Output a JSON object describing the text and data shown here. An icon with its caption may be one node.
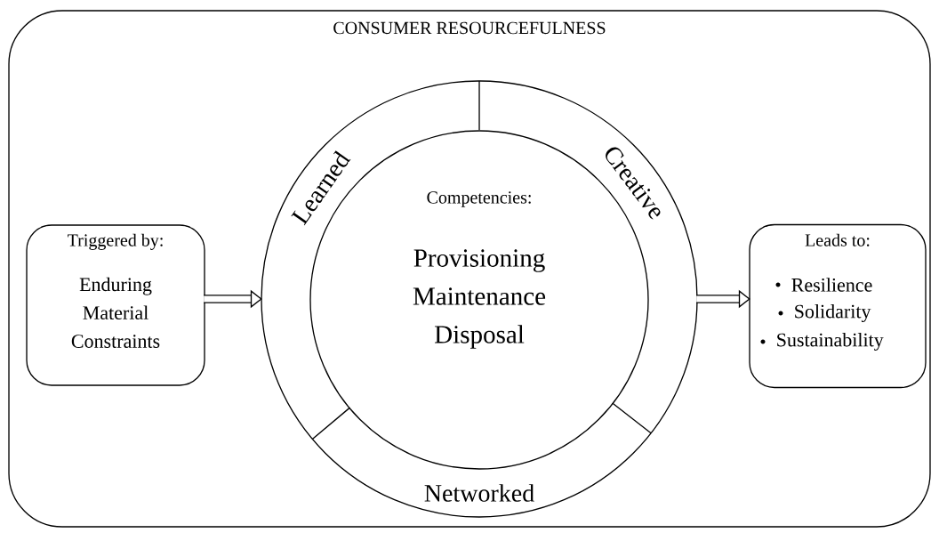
{
  "diagram": {
    "nodes": [
      {
        "text": [
          "CONSUMER RESOURCEFULNESS"
        ]
      },
      {
        "text": [
          "Triggered by:",
          "Enduring Material Constraints"
        ],
        "in": 0
      },
      {
        "text": [
          "Learned",
          "Creative",
          "Networked"
        ],
        "in": 0
      },
      {
        "text": [
          "Competencies:",
          "Provisioning Maintenance Disposal"
        ],
        "in": 2
      },
      {
        "text": [
          "Leads to:",
          "Resilience",
          "Solidarity",
          "Sustainability"
        ],
        "in": 0
      }
    ],
    "edges": [
      {
        "from": 1,
        "to": 2,
        "arrow": "to"
      },
      {
        "from": 2,
        "to": 4,
        "arrow": "to"
      }
    ]
  }
}
